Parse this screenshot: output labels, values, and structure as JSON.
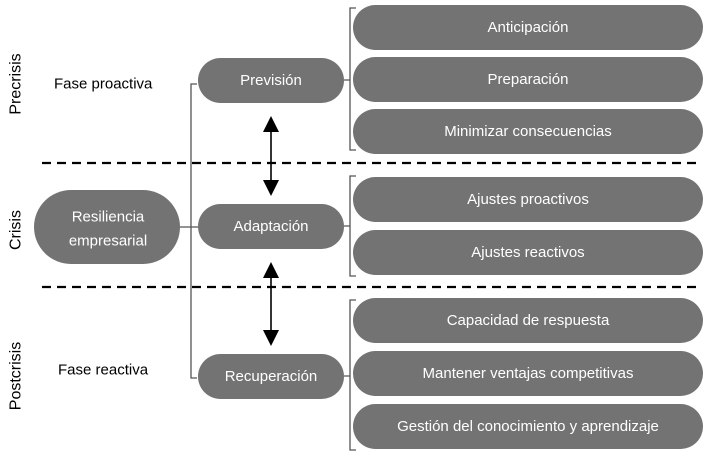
{
  "colors": {
    "node_fill": "#737373",
    "node_text": "#ffffff",
    "line": "#555555",
    "divider": "#000000"
  },
  "sections": {
    "precrisis": "Precrisis",
    "crisis": "Crisis",
    "postcrisis": "Postcrisis"
  },
  "phases": {
    "proactive": "Fase proactiva",
    "reactive": "Fase reactiva"
  },
  "root": {
    "line1": "Resiliencia",
    "line2": "empresarial"
  },
  "stages": {
    "prevision": "Previsión",
    "adaptacion": "Adaptación",
    "recuperacion": "Recuperación"
  },
  "prevision_items": [
    "Anticipación",
    "Preparación",
    "Minimizar consecuencias"
  ],
  "adaptacion_items": [
    "Ajustes proactivos",
    "Ajustes reactivos"
  ],
  "recuperacion_items": [
    "Capacidad de respuesta",
    "Mantener ventajas competitivas",
    "Gestión del conocimiento y aprendizaje"
  ]
}
